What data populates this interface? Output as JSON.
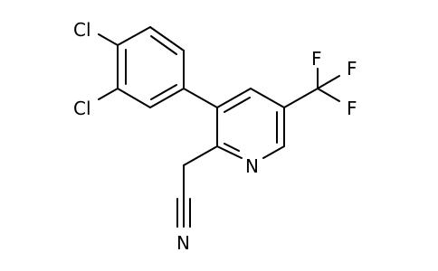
{
  "diagram": {
    "atoms": {
      "cl_top": "Cl",
      "cl_bottom": "Cl",
      "f_top": "F",
      "f_right": "F",
      "f_bottom": "F",
      "n_ring": "N",
      "n_nitrile": "N"
    },
    "colors": {
      "bond": "#000000",
      "label": "#000000",
      "background": "#ffffff"
    }
  }
}
